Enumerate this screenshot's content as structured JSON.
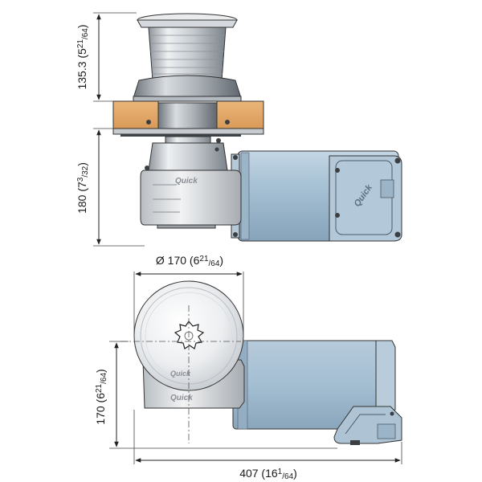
{
  "dimensions": {
    "top_height": {
      "main": "135.3 (5",
      "sup": "21",
      "sub": "/64",
      "close": ")"
    },
    "mid_height": {
      "main": "180 (7",
      "sup": "3",
      "sub": "/32",
      "close": ")"
    },
    "diameter": {
      "main": "Ø 170 (6",
      "sup": "21",
      "sub": "/64",
      "close": ")"
    },
    "plan_height": {
      "main": "170 (6",
      "sup": "21",
      "sub": "/64",
      "close": ")"
    },
    "total_length": {
      "main": "407 (16",
      "sup": "1",
      "sub": "/64",
      "close": ")"
    }
  },
  "brand": {
    "logo": "Quick"
  },
  "colors": {
    "motor_blue": "#a9c3d6",
    "motor_blue_dark": "#7f9db3",
    "deck_wood": "#e3a869",
    "metal_light": "#e6e8ea",
    "metal_mid": "#b8bdc2",
    "outline": "#333333"
  }
}
